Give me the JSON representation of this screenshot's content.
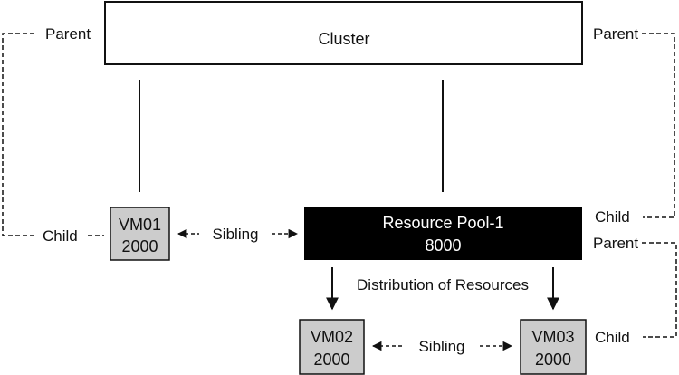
{
  "diagram": {
    "cluster": {
      "label": "Cluster"
    },
    "resource_pool": {
      "name": "Resource Pool-1",
      "value": "8000",
      "fill": "#000000",
      "text_color": "#ffffff"
    },
    "vms": [
      {
        "name": "VM01",
        "value": "2000"
      },
      {
        "name": "VM02",
        "value": "2000"
      },
      {
        "name": "VM03",
        "value": "2000"
      }
    ],
    "vm_fill": "#cccccc",
    "labels": {
      "parent": "Parent",
      "child": "Child",
      "sibling": "Sibling",
      "distribution": "Distribution of Resources"
    }
  }
}
